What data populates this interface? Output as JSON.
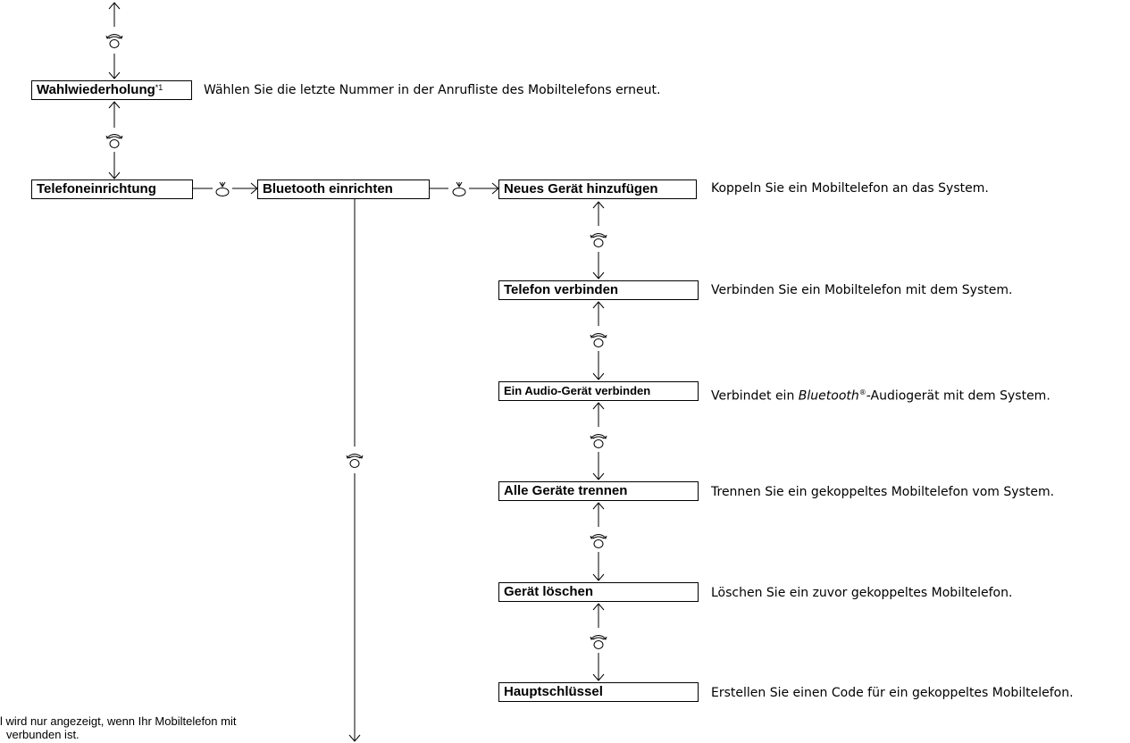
{
  "menu": {
    "redial": {
      "label": "Wahlwiederholung",
      "footnote": "*1",
      "description": "Wählen Sie die letzte Nummer in der Anrufliste des Mobiltelefons erneut."
    },
    "phone_setup": {
      "label": "Telefoneinrichtung"
    },
    "bluetooth_setup": {
      "label": "Bluetooth einrichten"
    },
    "items": [
      {
        "label": "Neues Gerät hinzufügen",
        "description": "Koppeln Sie ein Mobiltelefon an das System."
      },
      {
        "label": "Telefon verbinden",
        "description": "Verbinden Sie ein Mobiltelefon mit dem System."
      },
      {
        "label": "Ein Audio-Gerät verbinden",
        "description_pre": "Verbindet ein ",
        "description_italic": "Bluetooth",
        "description_reg": "®",
        "description_post": "-Audiogerät mit dem System."
      },
      {
        "label": "Alle Geräte trennen",
        "description": "Trennen Sie ein gekoppeltes Mobiltelefon vom System."
      },
      {
        "label": "Gerät löschen",
        "description": "Löschen Sie ein zuvor gekoppeltes Mobiltelefon."
      },
      {
        "label": "Hauptschlüssel",
        "description": "Erstellen Sie einen Code für ein gekoppeltes Mobiltelefon."
      }
    ]
  },
  "footnote": {
    "line1": "l wird nur angezeigt, wenn Ihr Mobiltelefon mit",
    "line2": "verbunden ist."
  },
  "icons": {
    "rotate": "rotate-knob-icon",
    "press": "press-knob-icon"
  }
}
